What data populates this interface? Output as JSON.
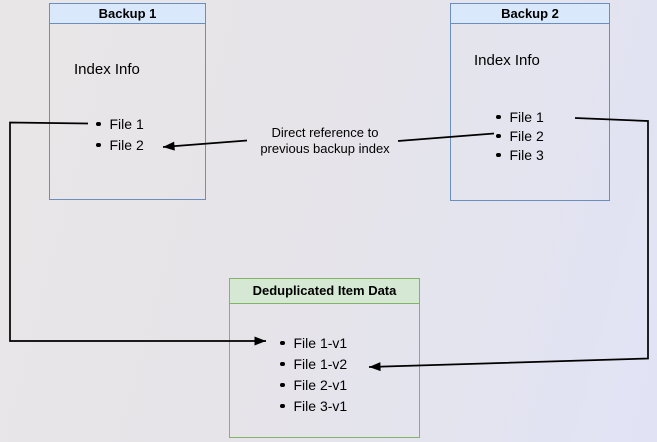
{
  "diagram": {
    "backup1": {
      "title": "Backup 1",
      "info_label": "Index Info",
      "files": [
        "File 1",
        "File 2"
      ]
    },
    "backup2": {
      "title": "Backup 2",
      "info_label": "Index Info",
      "files": [
        "File 1",
        "File 2",
        "File 3"
      ]
    },
    "dedup": {
      "title": "Deduplicated Item Data",
      "files": [
        "File 1-v1",
        "File 1-v2",
        "File 2-v1",
        "File 3-v1"
      ]
    },
    "annotation": {
      "line1": "Direct reference to",
      "line2": "previous backup index"
    }
  },
  "colors": {
    "blue_fill": "#dae8fc",
    "blue_border": "#6c8ebf",
    "green_fill": "#d5e8d4",
    "green_border": "#82b366",
    "line": "#000000"
  }
}
